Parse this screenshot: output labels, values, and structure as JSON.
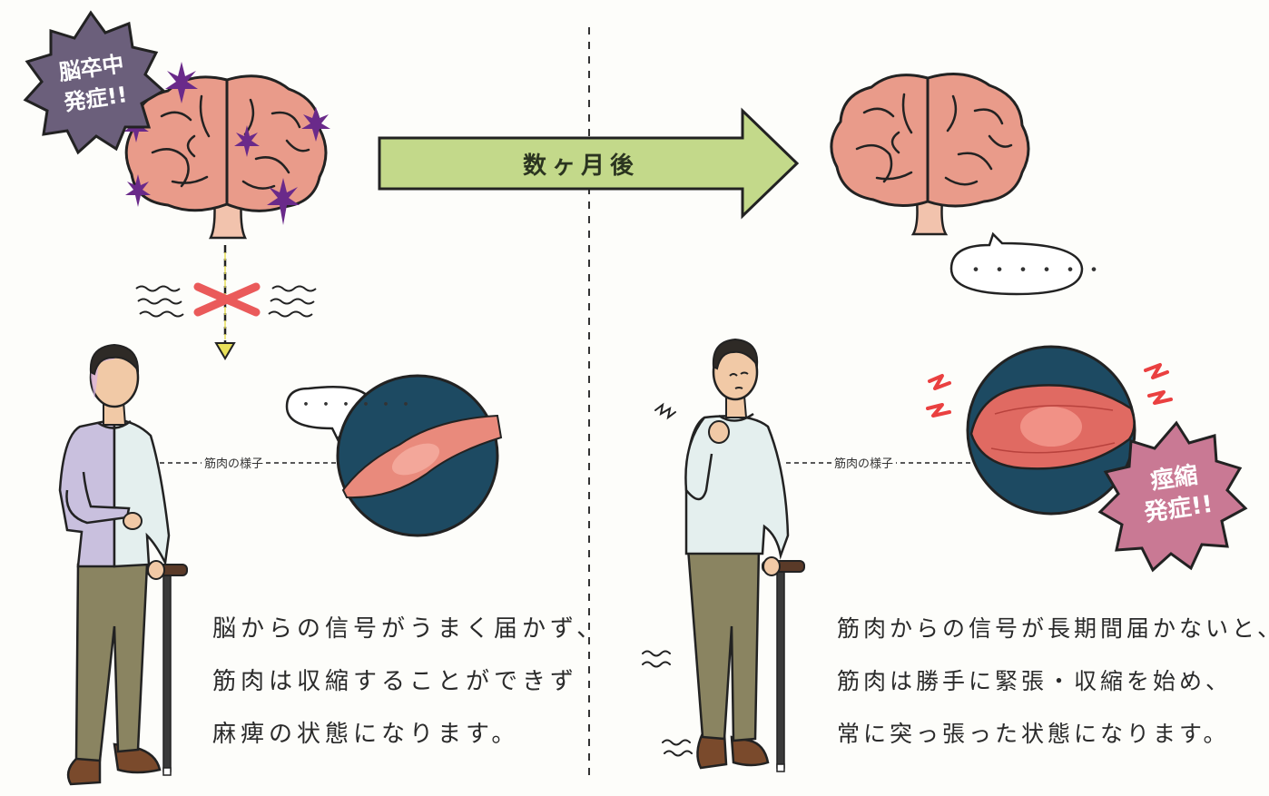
{
  "badges": {
    "stroke": [
      "脳卒中",
      "発症!!"
    ],
    "spasticity": [
      "痙縮",
      "発症!!"
    ]
  },
  "arrow_label": "数ヶ月後",
  "speech_bubble_text": "・・・・・・",
  "muscle_label": "筋肉の様子",
  "captions": {
    "before": [
      "脳からの信号がうまく届かず、",
      "筋肉は収縮することができず",
      "麻痺の状態になります。"
    ],
    "after": [
      "筋肉からの信号が長期間届かないと、",
      "筋肉は勝手に緊張・収縮を始め、",
      "常に突っ張った状態になります。"
    ]
  },
  "colors": {
    "brain": "#e99b8a",
    "brain_stem": "#f2c3ad",
    "muscle_circle": "#1d4a62",
    "muscle": "#e06a62",
    "arrow": "#c3d98a",
    "badge_stroke": "#6b5f7b",
    "badge_spasticity": "#c97994",
    "spark": "#6a2a8a",
    "cross": "#ea5a5a",
    "shirt_lavender": "#c9c0de",
    "shirt_light": "#e4efee",
    "pants": "#8a8461",
    "shoes": "#7a4a2c"
  }
}
